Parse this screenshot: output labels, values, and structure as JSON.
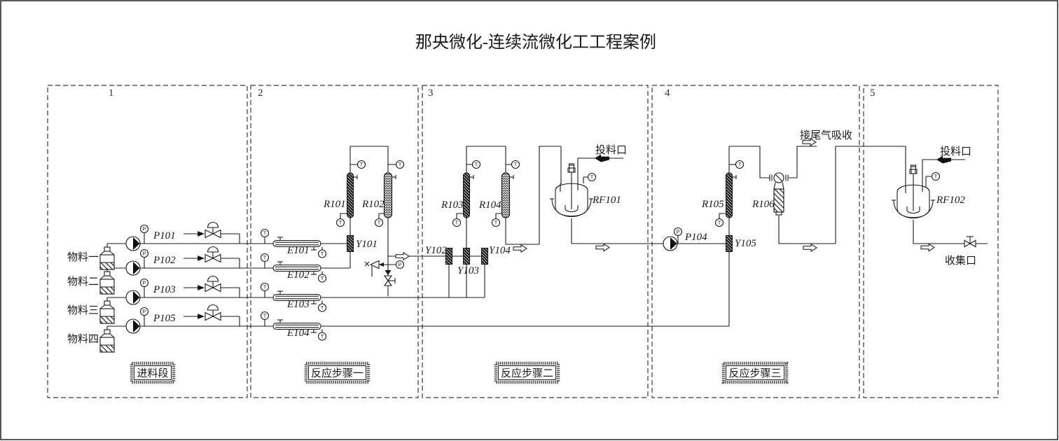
{
  "title": "那央微化-连续流微化工工程案例",
  "section_numbers": [
    "1",
    "2",
    "3",
    "4",
    "5"
  ],
  "section_tags": {
    "s1": "进料段",
    "s2": "反应步骤一",
    "s3": "反应步骤二",
    "s4": "反应步骤三"
  },
  "materials": {
    "m1": "物料一",
    "m2": "物料二",
    "m3": "物料三",
    "m4": "物料四"
  },
  "labels": {
    "P101": "P101",
    "P102": "P102",
    "P103": "P103",
    "P105": "P105",
    "P104": "P104",
    "E101": "E101",
    "E102": "E102",
    "E103": "E103",
    "E104": "E104",
    "R101": "R101",
    "R102": "R102",
    "R103": "R103",
    "R104": "R104",
    "R105": "R105",
    "R106": "R106",
    "Y101": "Y101",
    "Y102": "Y102",
    "Y103": "Y103",
    "Y104": "Y104",
    "Y105": "Y105",
    "RF101": "RF101",
    "RF102": "RF102"
  },
  "annotations": {
    "feed_port": "投料口",
    "tail_gas": "接尾气吸收",
    "collect_port": "收集口"
  },
  "gauge_letters": {
    "T": "T",
    "P": "P"
  },
  "colors": {
    "line": "#1a1a1a",
    "background": "#ffffff"
  }
}
